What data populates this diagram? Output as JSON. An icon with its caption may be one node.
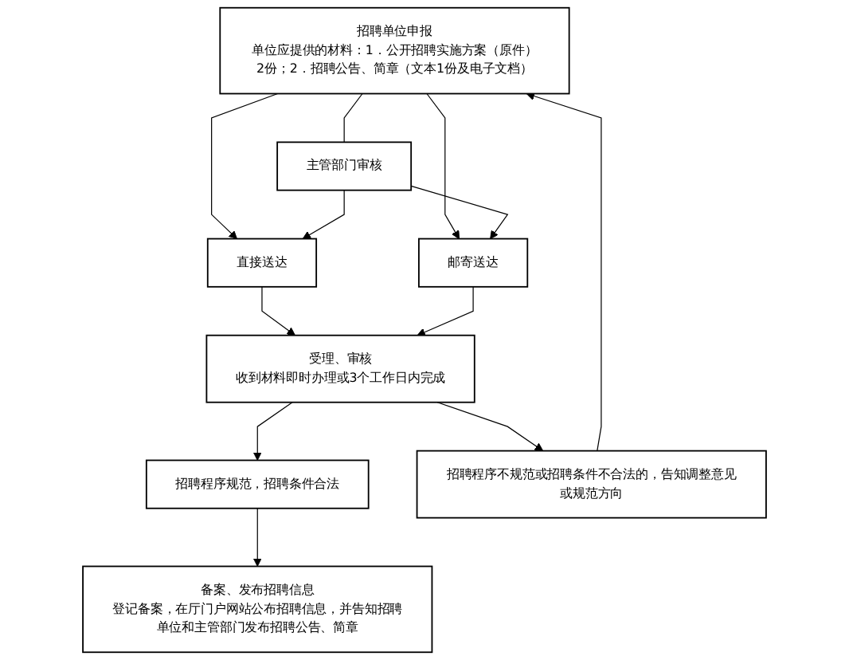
{
  "diagram": {
    "nodes": [
      {
        "text": [
          "招聘单位申报",
          "单位应提供的材料：1．公开招聘实施方案（原件）2份；2．招聘公告、简章（文本1份及电子文档）"
        ]
      },
      {
        "text": [
          "主管部门审核"
        ]
      },
      {
        "text": [
          "直接送达"
        ]
      },
      {
        "text": [
          "邮寄送达"
        ]
      },
      {
        "text": [
          "受理、审核",
          "收到材料即时办理或3个工作日内完成"
        ]
      },
      {
        "text": [
          "招聘程序规范，招聘条件合法"
        ]
      },
      {
        "text": [
          "招聘程序不规范或招聘条件不合法的，告知调整意见或规范方向"
        ]
      },
      {
        "text": [
          "备案、发布招聘信息",
          "登记备案，在厅门户网站公布招聘信息，并告知招聘单位和主管部门发布招聘公告、简章"
        ]
      }
    ],
    "edges": [
      {
        "from": 0,
        "to": 1,
        "arrow": "none"
      },
      {
        "from": 0,
        "to": 2,
        "arrow": "to"
      },
      {
        "from": 0,
        "to": 3,
        "arrow": "to"
      },
      {
        "from": 1,
        "to": 2,
        "arrow": "to"
      },
      {
        "from": 1,
        "to": 3,
        "arrow": "to"
      },
      {
        "from": 2,
        "to": 4,
        "arrow": "to"
      },
      {
        "from": 3,
        "to": 4,
        "arrow": "to"
      },
      {
        "from": 4,
        "to": 5,
        "arrow": "to"
      },
      {
        "from": 4,
        "to": 6,
        "arrow": "to"
      },
      {
        "from": 5,
        "to": 7,
        "arrow": "to"
      },
      {
        "from": 6,
        "to": 0,
        "arrow": "to"
      }
    ]
  }
}
